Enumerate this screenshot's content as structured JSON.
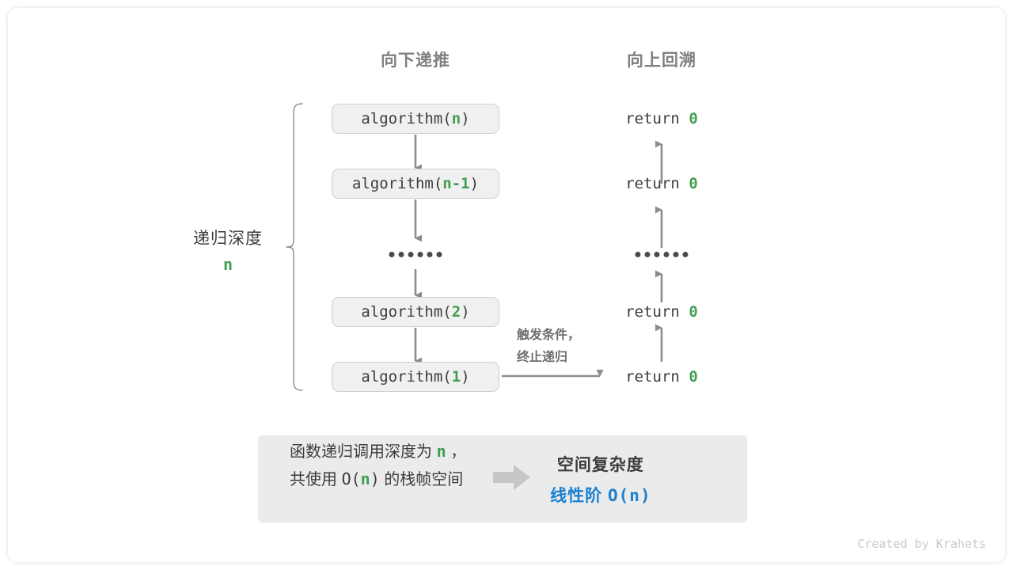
{
  "columns": {
    "down_heading": "向下递推",
    "up_heading": "向上回溯"
  },
  "call_stack": [
    {
      "prefix": "algorithm(",
      "arg": "n",
      "suffix": ")"
    },
    {
      "prefix": "algorithm(",
      "arg": "n-1",
      "suffix": ")"
    },
    {
      "prefix": "algorithm(",
      "arg": "2",
      "suffix": ")"
    },
    {
      "prefix": "algorithm(",
      "arg": "1",
      "suffix": ")"
    }
  ],
  "returns": [
    {
      "keyword": "return ",
      "value": "0"
    },
    {
      "keyword": "return ",
      "value": "0"
    },
    {
      "keyword": "return ",
      "value": "0"
    },
    {
      "keyword": "return ",
      "value": "0"
    }
  ],
  "depth_label": {
    "text": "递归深度",
    "value": "n"
  },
  "trigger_note": {
    "line1": "触发条件，",
    "line2": "终止递归"
  },
  "summary": {
    "left_line1_a": "函数递归调用深度为 ",
    "left_line1_n": "n",
    "left_line1_b": " ，",
    "left_line2_a": "共使用 ",
    "left_line2_o": "O(",
    "left_line2_n": "n",
    "left_line2_c": ")",
    "left_line2_b": " 的栈帧空间",
    "arrow_icon": "block-arrow-right-icon",
    "right_title": "空间复杂度",
    "right_value_label": "线性阶 ",
    "right_value_formula": "O(n)"
  },
  "credit": "Created by Krahets",
  "colors": {
    "accent_green": "#3f9e50",
    "accent_blue": "#1a80d0",
    "text_dark": "#3c3c3c",
    "text_gray": "#808080",
    "box_fill": "#f0f0f0",
    "box_border": "#cfcfcf",
    "panel_fill": "#ebebeb",
    "arrow_gray": "#8c8c8c"
  }
}
